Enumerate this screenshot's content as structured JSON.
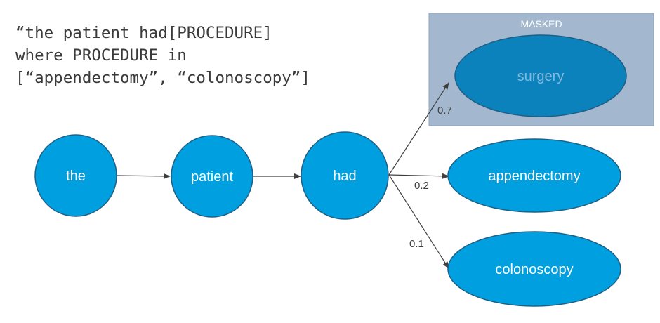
{
  "query_text": {
    "lines": [
      "“the patient had[PROCEDURE]",
      "where PROCEDURE in",
      "[“appendectomy”, “colonoscopy”]"
    ]
  },
  "masked_region": {
    "title": "MASKED",
    "node_label": "surgery"
  },
  "nodes": {
    "the": "the",
    "patient": "patient",
    "had": "had",
    "appendectomy": "appendectomy",
    "colonoscopy": "colonoscopy"
  },
  "edges": {
    "surgery_prob": "0.7",
    "appendectomy_prob": "0.2",
    "colonoscopy_prob": "0.1"
  },
  "colors": {
    "node_fill": "#009FDF",
    "node_stroke": "#1F5F86",
    "masked_box": "#A3B8CF",
    "masked_node_fill": "#0C82BD",
    "masked_node_text": "#82B9DD",
    "arrow": "#3F3F3F"
  }
}
